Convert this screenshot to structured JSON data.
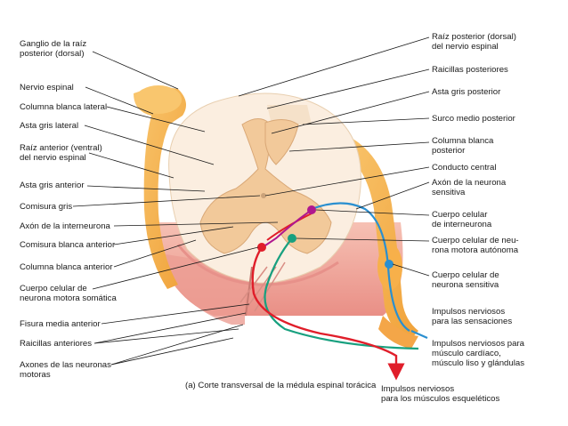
{
  "diagram": {
    "caption": "(a) Corte transversal de la médula espinal torácica",
    "colors": {
      "grey_matter": "#f2c99a",
      "white_matter": "#fbeee0",
      "ganglion": "#f7b04a",
      "pia": "#f4a6a0",
      "motor_pathway": "#e01e2a",
      "autonomic_pathway": "#18a07f",
      "sensory_pathway": "#2a8fd0",
      "interneuron": "#b0178f"
    },
    "left_labels": [
      "Ganglio de la raíz\nposterior (dorsal)",
      "Nervio espinal",
      "Columna blanca lateral",
      "Asta gris lateral",
      "Raíz anterior (ventral)\ndel nervio espinal",
      "Asta gris anterior",
      "Comisura gris",
      "Axón de la interneurona",
      "Comisura blanca anterior",
      "Columna blanca anterior",
      "Cuerpo celular de\nneurona motora somática",
      "Fisura media anterior",
      "Raicillas anteriores",
      "Axones de las neuronas\nmotoras"
    ],
    "right_labels": [
      "Raíz posterior (dorsal)\ndel nervio espinal",
      "Raicillas posteriores",
      "Asta gris posterior",
      "Surco medio posterior",
      "Columna blanca\nposterior",
      "Conducto central",
      "Axón de la neurona\nsensitiva",
      "Cuerpo celular\nde interneurona",
      "Cuerpo celular de neu-\nrona motora autónoma",
      "Cuerpo celular de\nneurona sensitiva",
      "Impulsos nerviosos\npara las sensaciones",
      "Impulsos nerviosos para\nmúsculo cardíaco,\nmúsculo liso y glándulas",
      "Impulsos nerviosos\npara los músculos esqueléticos"
    ]
  }
}
